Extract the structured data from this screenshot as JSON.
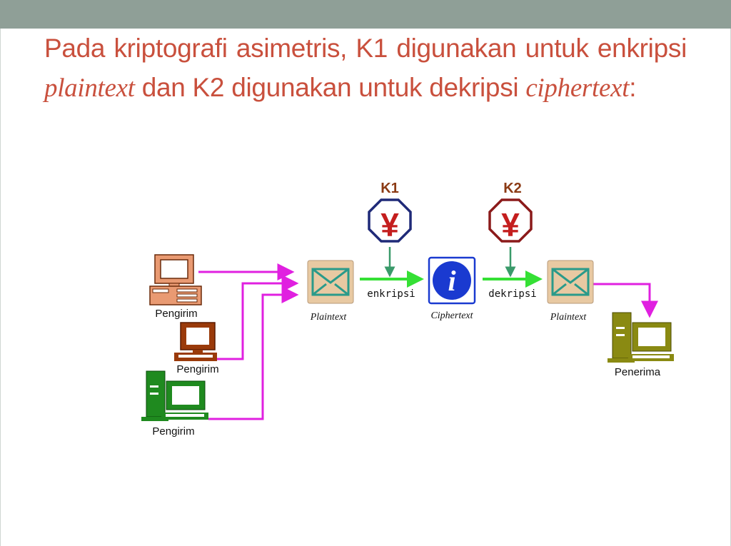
{
  "slide": {
    "title_parts": [
      "Pada kriptografi asimetris, K1 digunakan untuk enkripsi ",
      "plaintext",
      " dan K2 digunakan untuk dekripsi ",
      "ciphertext",
      ":"
    ]
  },
  "diagram": {
    "key1": "K1",
    "key2": "K2",
    "key_symbol": "¥",
    "info_symbol": "i",
    "senders": [
      "Pengirim",
      "Pengirim",
      "Pengirim"
    ],
    "receiver": "Penerima",
    "plaintext_label": "Plaintext",
    "ciphertext_label": "Ciphertext",
    "encrypt_label": "enkripsi",
    "decrypt_label": "dekripsi"
  },
  "colors": {
    "title": "#c9503d",
    "header_bar": "#8f9f97",
    "key_label": "#8b3a14",
    "key1_octagon": "#1f2a78",
    "key2_octagon": "#8b1a1a",
    "yen_symbol": "#c41e1e",
    "sender_connector": "#e020e0",
    "process_arrow": "#35e035",
    "key_arrow": "#3a9a6a",
    "envelope": "#e8c9a2",
    "envelope_mark": "#2a9a8a",
    "info_icon": "#1a3ad0",
    "pc_salmon": "#e99a72",
    "pc_brown": "#9a3a0a",
    "pc_green": "#1f8a1f",
    "pc_olive": "#8a8a12"
  },
  "icons": [
    "envelope-icon",
    "info-icon",
    "yen-key-icon",
    "computer-icon"
  ]
}
